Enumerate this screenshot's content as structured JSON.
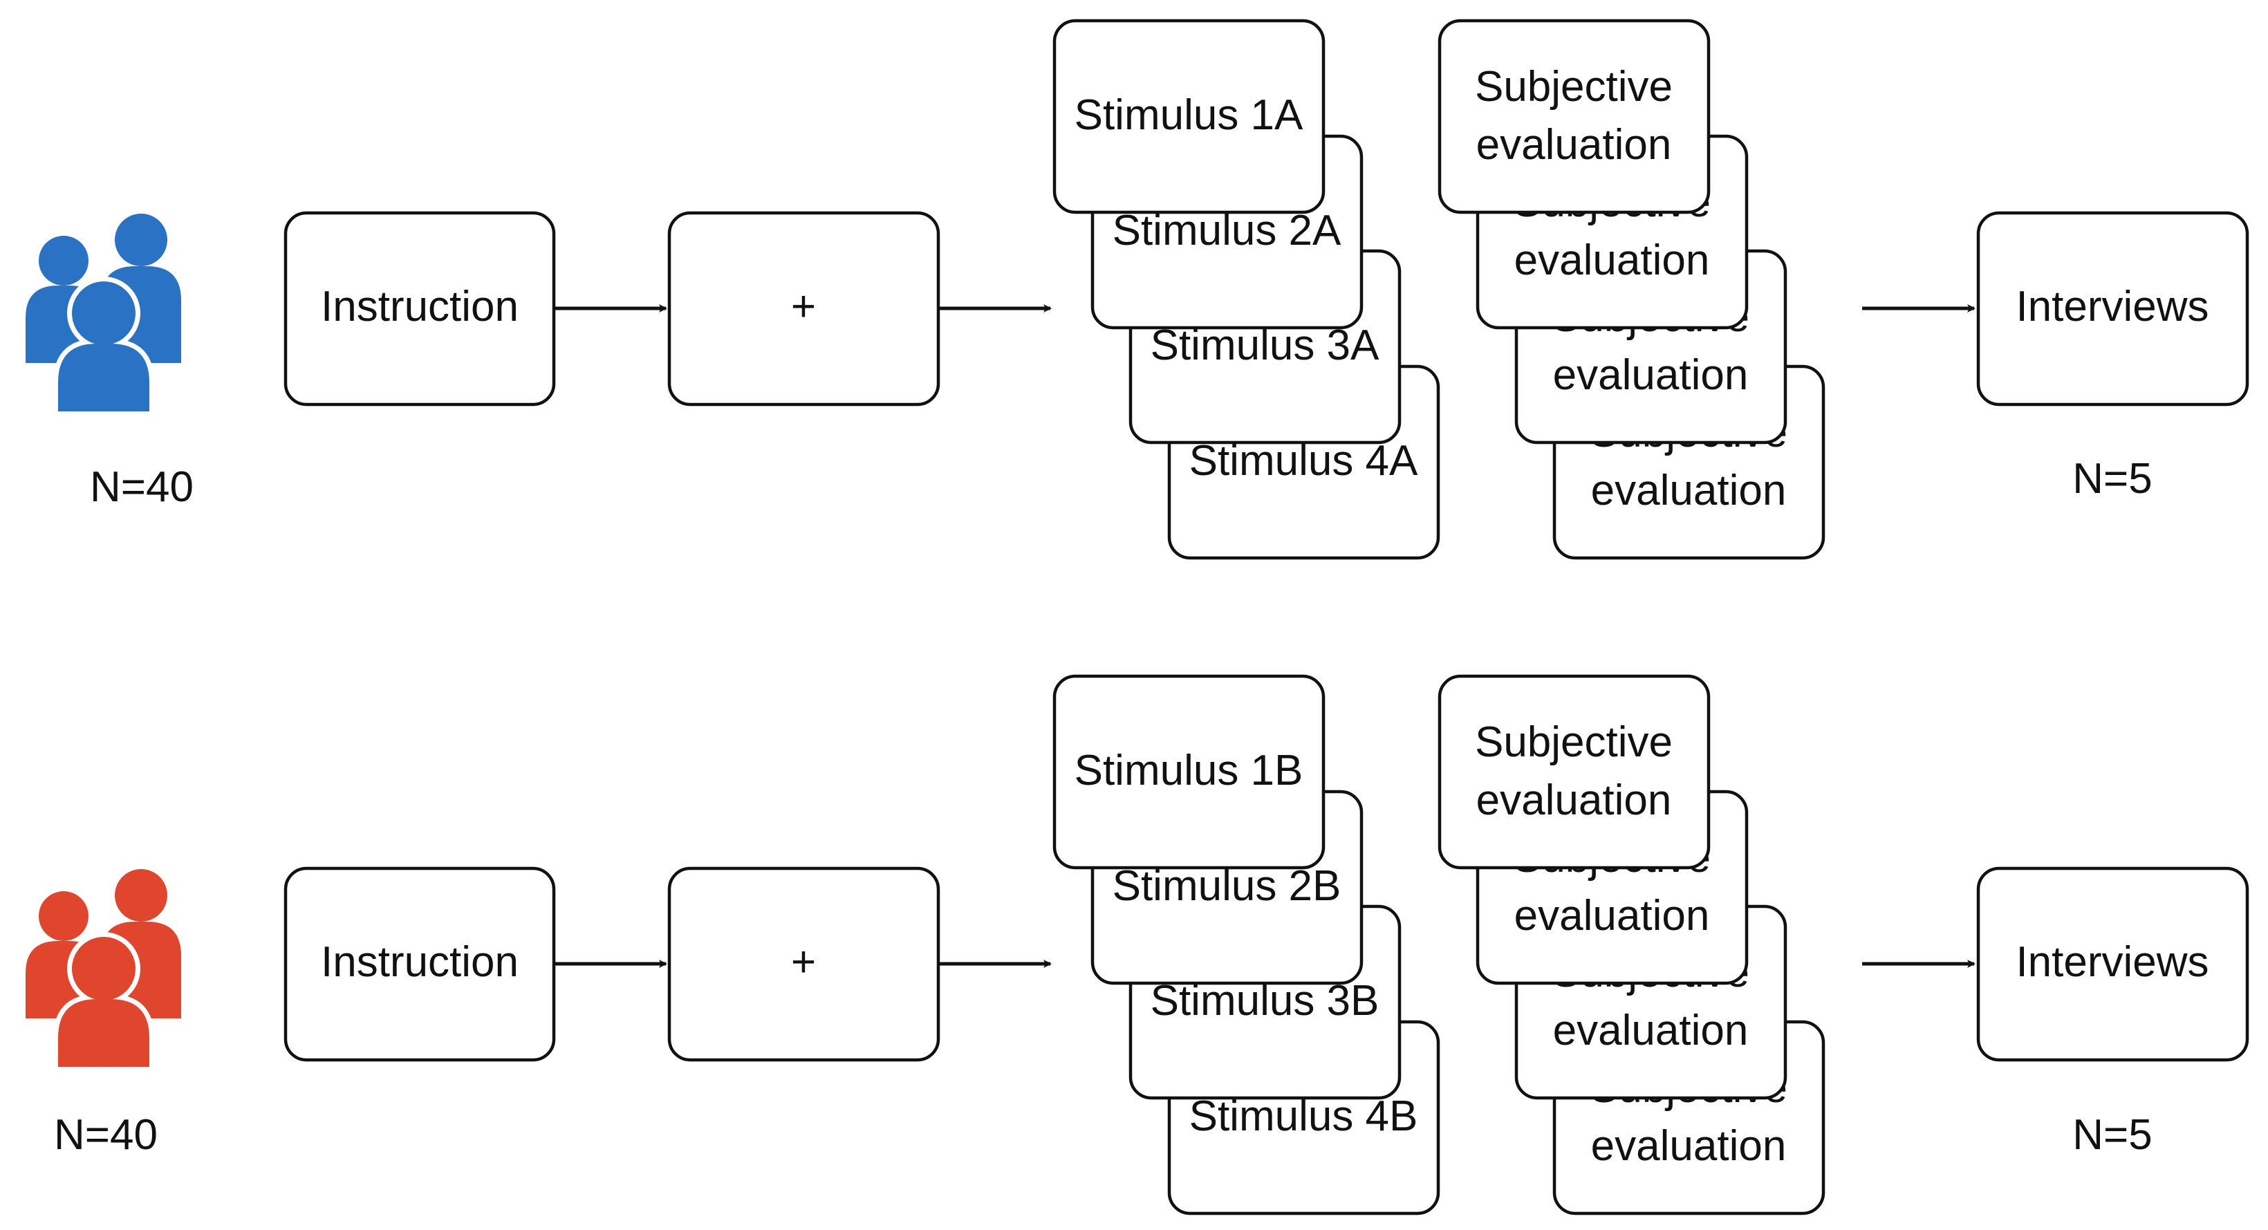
{
  "rows": [
    {
      "group_color": "#2a72c3",
      "group_icon": "people-group-icon",
      "participants": "N=40",
      "steps": {
        "instruction": "Instruction",
        "fixation": "+",
        "stimuli": [
          "Stimulus 1A",
          "Stimulus 2A",
          "Stimulus 3A",
          "Stimulus 4A"
        ],
        "evaluations": [
          [
            "Subjective",
            "evaluation"
          ],
          [
            "Subjective",
            "evaluation"
          ],
          [
            "Subjective",
            "evaluation"
          ],
          [
            "Subjective",
            "evaluation"
          ]
        ],
        "interviews": "Interviews"
      },
      "interviewees": "N=5"
    },
    {
      "group_color": "#e0452e",
      "group_icon": "people-group-icon",
      "participants": "N=40",
      "steps": {
        "instruction": "Instruction",
        "fixation": "+",
        "stimuli": [
          "Stimulus 1B",
          "Stimulus 2B",
          "Stimulus 3B",
          "Stimulus 4B"
        ],
        "evaluations": [
          [
            "Subjective",
            "evaluation"
          ],
          [
            "Subjective",
            "evaluation"
          ],
          [
            "Subjective",
            "evaluation"
          ],
          [
            "Subjective",
            "evaluation"
          ]
        ],
        "interviews": "Interviews"
      },
      "interviewees": "N=5"
    }
  ]
}
